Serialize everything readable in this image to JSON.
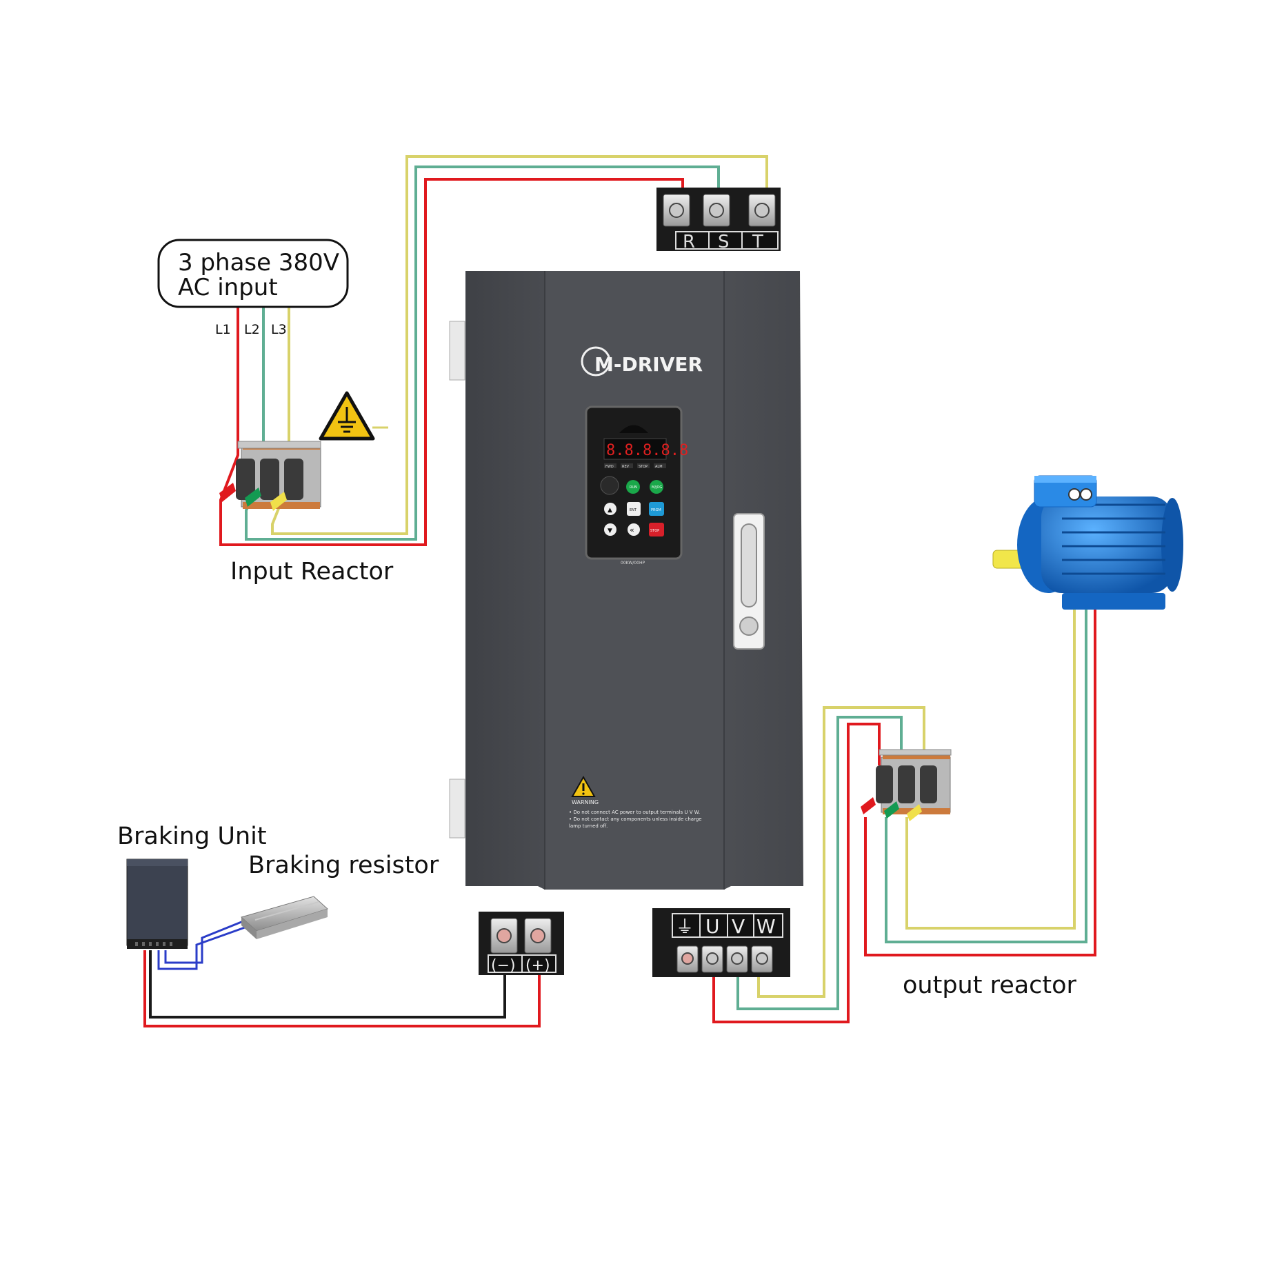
{
  "labels": {
    "ac_input_line1": "3 phase 380V",
    "ac_input_line2": "AC input",
    "l1": "L1",
    "l2": "L2",
    "l3": "L3",
    "input_reactor": "Input Reactor",
    "braking_unit": "Braking Unit",
    "braking_resistor": "Braking resistor",
    "output_reactor": "output reactor"
  },
  "terminals": {
    "input": [
      "R",
      "S",
      "T"
    ],
    "dc": [
      "(−)",
      "(+)"
    ],
    "output_ground": "⏚",
    "output": [
      "U",
      "V",
      "W"
    ]
  },
  "drive": {
    "brand": "M-DRIVER",
    "display": "8.8.8.8.8",
    "indicators": [
      "FWD",
      "REV",
      "STOP",
      "ALM"
    ],
    "keys": {
      "run": "RUN",
      "mode": "M/JOG",
      "up": "▲",
      "ent": "ENT",
      "prgm": "PRGM",
      "down": "▼",
      "shift": "«",
      "stop": "STOP"
    },
    "rating": "00KW/00HP",
    "warning_title": "WARNING",
    "warning_lines": [
      "• Do not connect AC power to output terminals U V W.",
      "• Do not contact any components unless inside charge",
      "  lamp turned off."
    ]
  },
  "colors": {
    "phase_red": "#e0191e",
    "phase_green": "#5fae93",
    "phase_yellow": "#d8d26a",
    "brake_blue": "#2a3cc8",
    "brake_black": "#1a1a1a",
    "drive_body": "#4a4c51",
    "motor_blue": "#1f7fd6"
  },
  "icons": [
    "ground-warning-icon",
    "warning-triangle-icon",
    "ground-symbol-icon"
  ]
}
